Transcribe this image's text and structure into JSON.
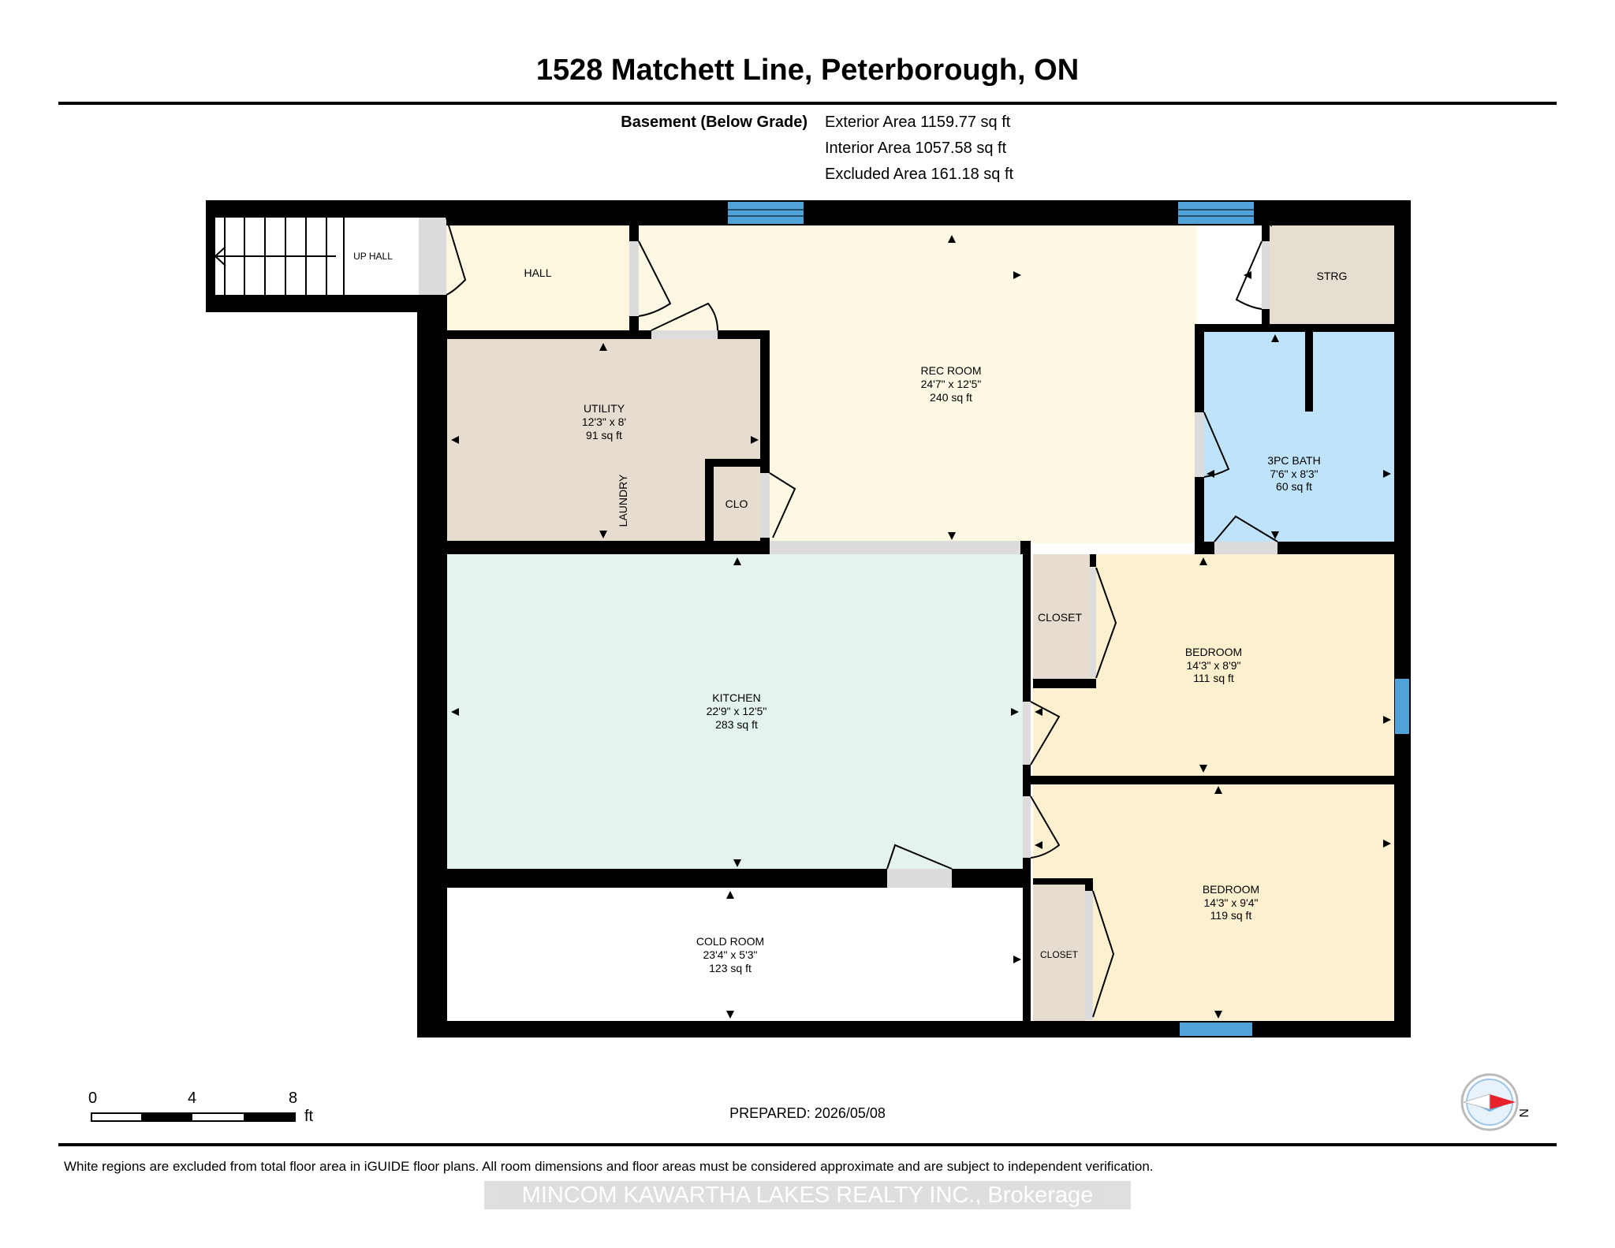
{
  "title": "1528 Matchett Line, Peterborough, ON",
  "level": {
    "name": "Basement (Below Grade)",
    "exterior_area": "Exterior Area 1159.77 sq ft",
    "interior_area": "Interior Area 1057.58 sq ft",
    "excluded_area": "Excluded Area 161.18 sq ft"
  },
  "rooms": {
    "up_hall": "UP HALL",
    "hall": "HALL",
    "storage": "STRG",
    "rec_room": {
      "name": "REC ROOM",
      "dims": "24'7\" x 12'5\"",
      "area": "240 sq ft"
    },
    "utility": {
      "name": "UTILITY",
      "dims": "12'3\" x 8'",
      "area": "91 sq ft"
    },
    "laundry": "LAUNDRY",
    "clo": "CLO",
    "bath": {
      "name": "3PC BATH",
      "dims": "7'6\" x 8'3\"",
      "area": "60 sq ft"
    },
    "kitchen": {
      "name": "KITCHEN",
      "dims": "22'9\" x 12'5\"",
      "area": "283 sq ft"
    },
    "closet_1": "CLOSET",
    "bedroom_1": {
      "name": "BEDROOM",
      "dims": "14'3\" x 8'9\"",
      "area": "111 sq ft"
    },
    "bedroom_2": {
      "name": "BEDROOM",
      "dims": "14'3\" x 9'4\"",
      "area": "119 sq ft"
    },
    "closet_2": "CLOSET",
    "cold_room": {
      "name": "COLD ROOM",
      "dims": "23'4\" x 5'3\"",
      "area": "123 sq ft"
    }
  },
  "colors": {
    "hall": "#fdf7df",
    "rec_room": "#fdf8e4",
    "storage": "#e6ded1",
    "utility": "#e6ddd0",
    "bath": "#bfe3fa",
    "kitchen": "#e4f3ec",
    "bedroom": "#fdf0cf",
    "closet": "#e6ddd0",
    "cold_room": "#ffffff",
    "window": "#4fa3d8",
    "wall": "#000000",
    "door": "#dcdcdc",
    "compass_arrow": "#e8202a"
  },
  "scale": {
    "ticks": [
      "0",
      "4",
      "8"
    ],
    "unit": "ft"
  },
  "compass": {
    "label": "N"
  },
  "prepared": "PREPARED: 2026/05/08",
  "disclaimer": "White regions are excluded from total floor area in iGUIDE floor plans. All room dimensions and floor areas must be considered approximate and are subject to independent verification.",
  "watermark": "MINCOM KAWARTHA LAKES REALTY INC., Brokerage"
}
